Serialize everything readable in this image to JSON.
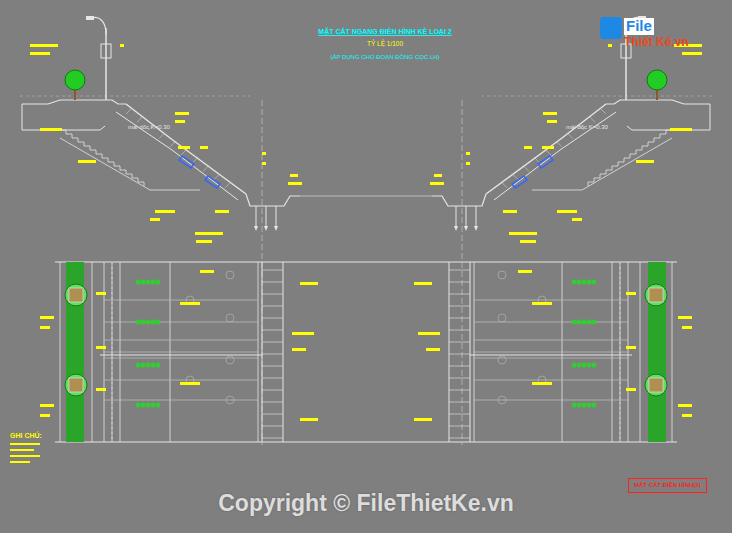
{
  "diagram": {
    "title": "MẶT CẮT NGANG ĐIỂN HÌNH KÈ LOẠI 2",
    "nodes": [
      {
        "text": [
          "MẶT CẮT ĐIỂN HÌNH(2)"
        ]
      }
    ],
    "labels": [
      "TỶ LỆ 1/100",
      "(ÁP DỤNG CHO ĐOẠN ĐÓNG CỌC LH)",
      "mái dốc K=0.30",
      "mái dốc K=0.30",
      "GHI CHÚ:",
      "File",
      "Thiết Kế.vn",
      "Copyright © FileThietKe.vn"
    ]
  }
}
